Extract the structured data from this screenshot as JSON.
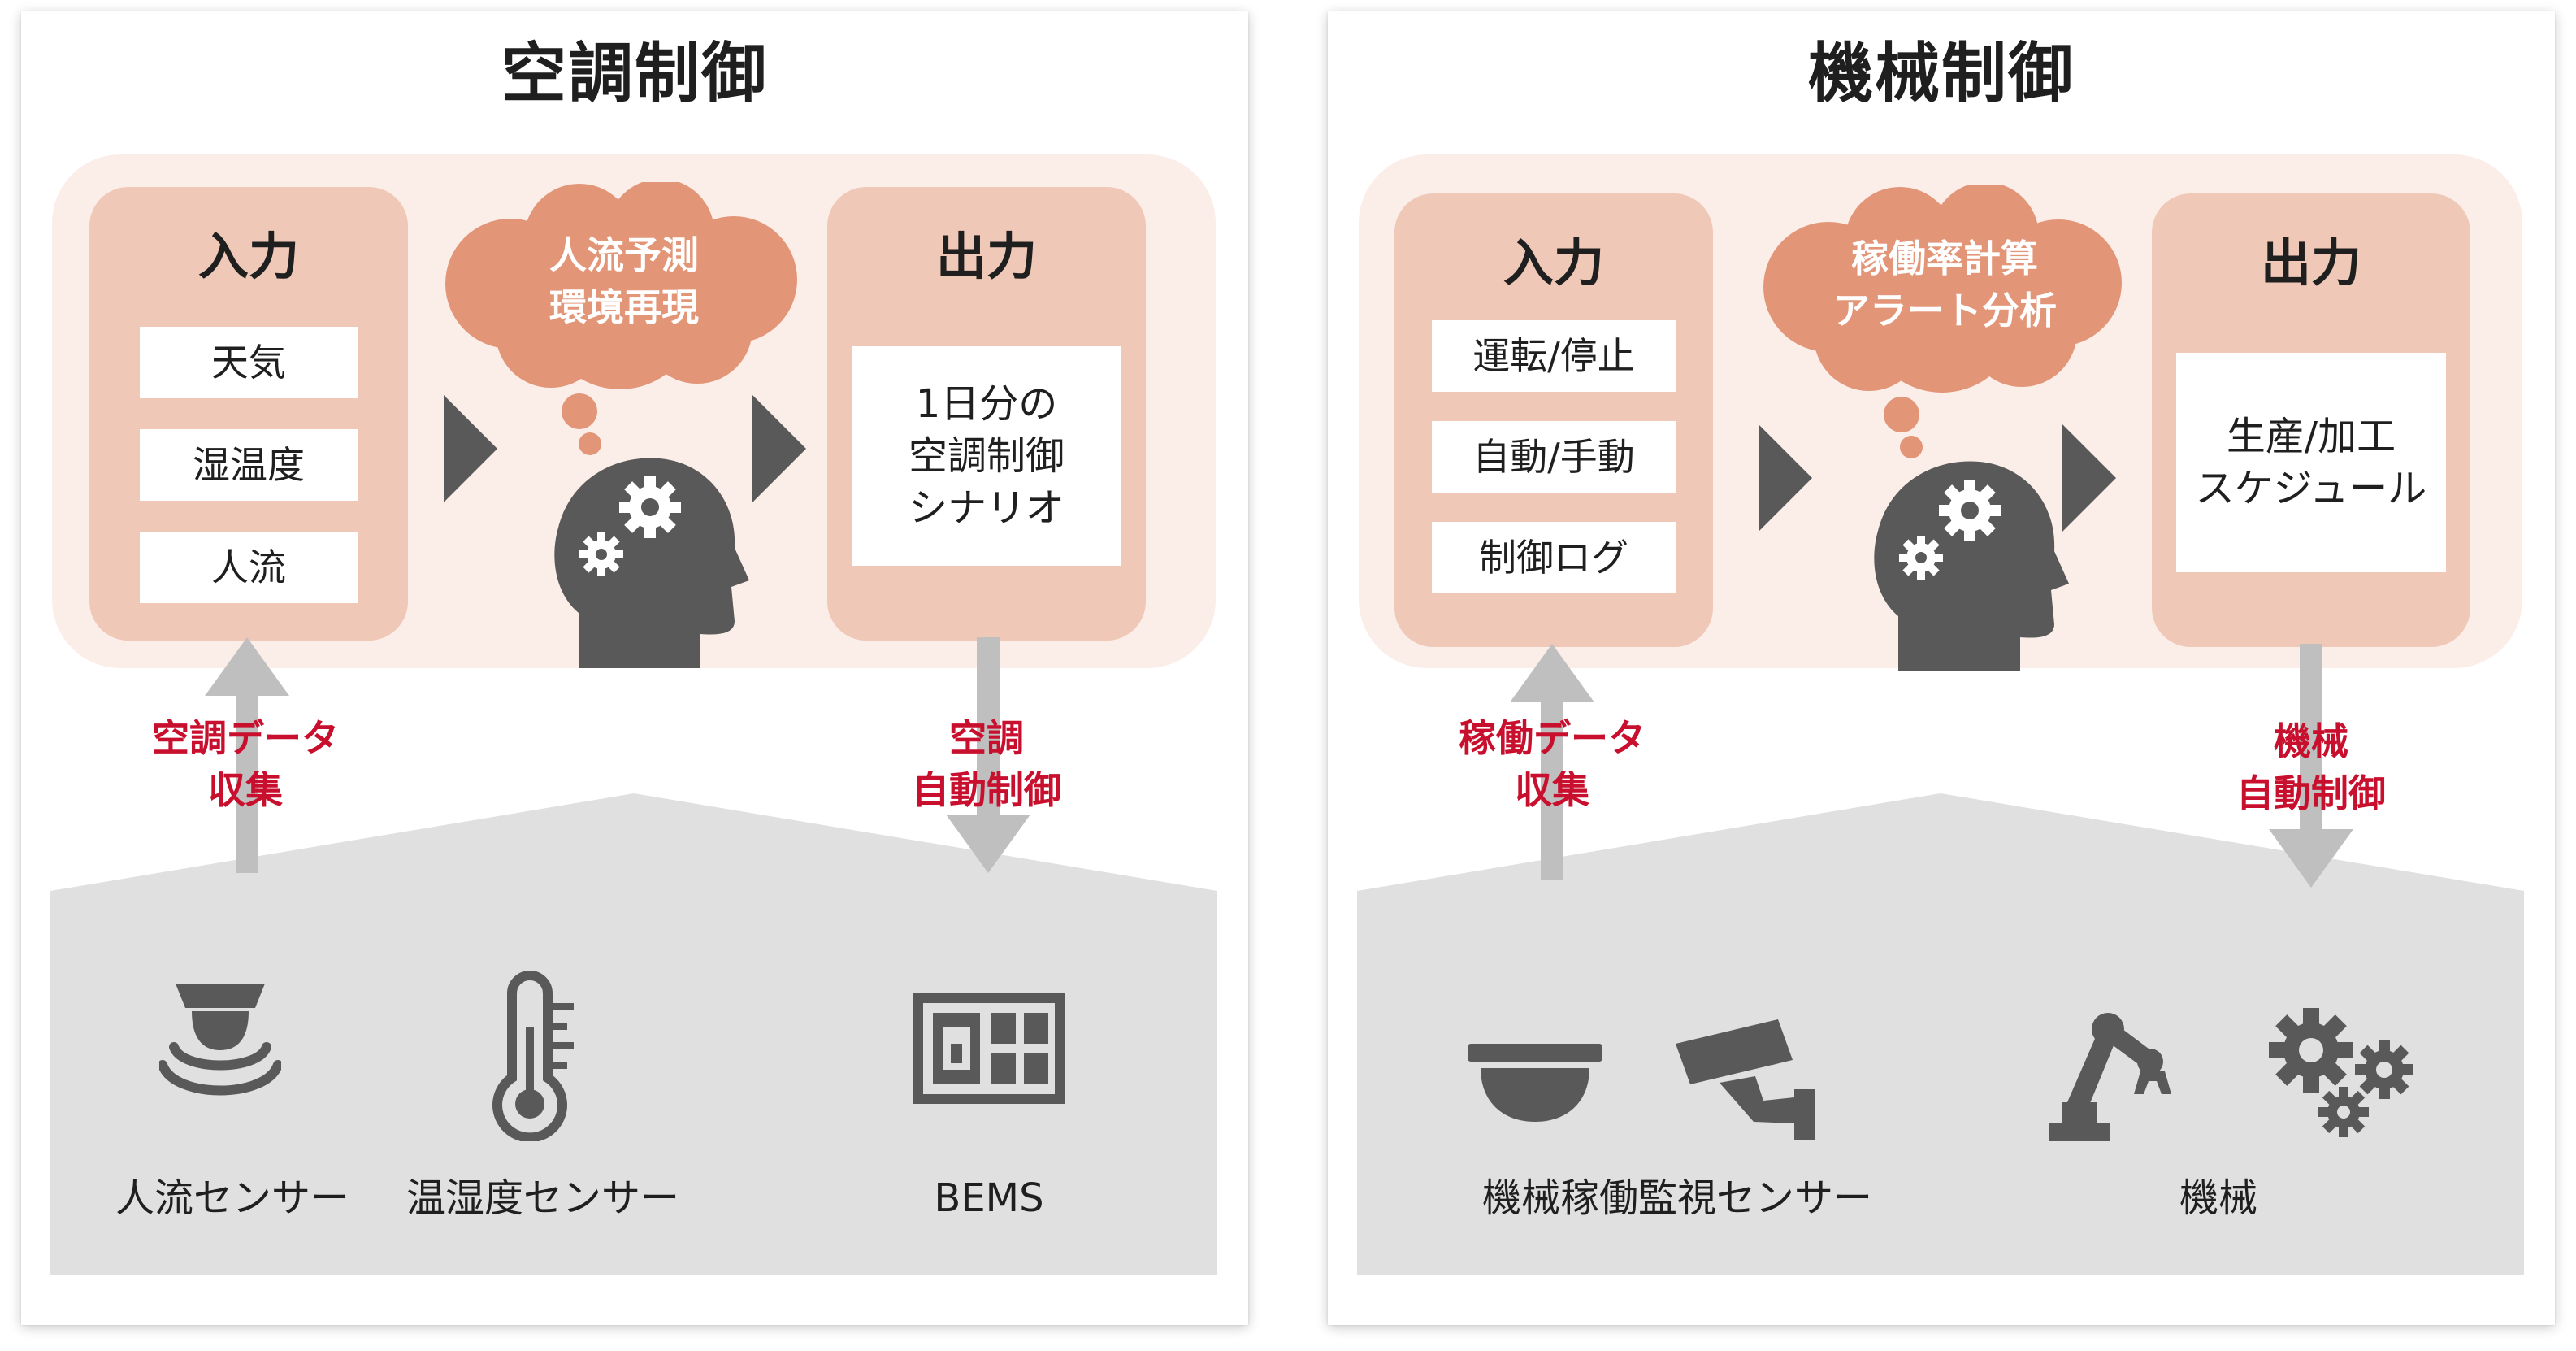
{
  "left": {
    "title": "空調制御",
    "input": {
      "heading": "入力",
      "items": [
        "天気",
        "湿温度",
        "人流"
      ]
    },
    "process": [
      "人流予測",
      "環境再現"
    ],
    "output": {
      "heading": "出力",
      "lines": [
        "1日分の",
        "空調制御",
        "シナリオ"
      ]
    },
    "up_label": [
      "空調データ",
      "収集"
    ],
    "down_label": [
      "空調",
      "自動制御"
    ],
    "devices": [
      "人流センサー",
      "温湿度センサー",
      "BEMS"
    ]
  },
  "right": {
    "title": "機械制御",
    "input": {
      "heading": "入力",
      "items": [
        "運転/停止",
        "自動/手動",
        "制御ログ"
      ]
    },
    "process": [
      "稼働率計算",
      "アラート分析"
    ],
    "output": {
      "heading": "出力",
      "lines": [
        "生産/加工",
        "スケジュール"
      ]
    },
    "up_label": [
      "稼働データ",
      "収集"
    ],
    "down_label": [
      "機械",
      "自動制御"
    ],
    "devices": [
      "機械稼働監視センサー",
      "機械"
    ]
  },
  "colors": {
    "accent_red": "#c8102e",
    "box_fill": "#f0c8b7",
    "band_fill": "#fbeee9",
    "cloud_fill": "#e29577",
    "icon_gray": "#595959",
    "arrow_gray": "#bfbfbf",
    "ground_gray": "#e0e0e0"
  },
  "icons": [
    "thought-cloud-icon",
    "head-gears-icon",
    "flow-arrow-icon",
    "people-flow-sensor-icon",
    "thermometer-icon",
    "bems-panel-icon",
    "dome-camera-icon",
    "security-camera-icon",
    "robot-arm-icon",
    "gears-icon"
  ]
}
